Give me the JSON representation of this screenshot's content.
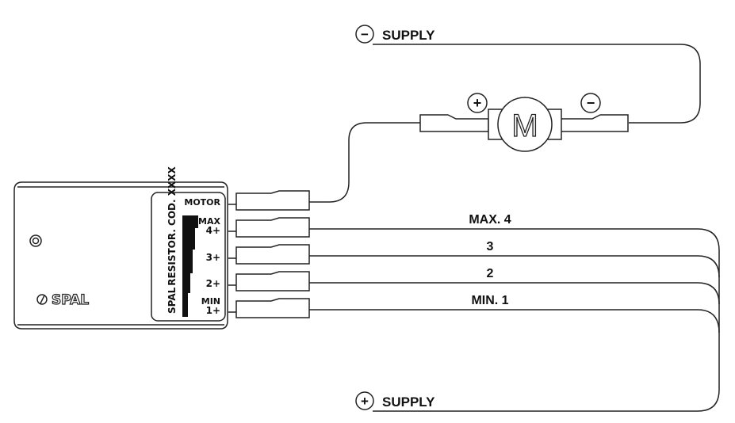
{
  "title": "SPAL resistor wiring diagram",
  "supply_negative": {
    "symbol": "−",
    "label": "SUPPLY"
  },
  "supply_positive": {
    "symbol": "+",
    "label": "SUPPLY"
  },
  "motor": {
    "letter": "M",
    "plus": "+",
    "minus": "−"
  },
  "module": {
    "brand": "SPAL",
    "panel_text": "RESISTOR. COD. XXXX",
    "panel_brand": "SPAL",
    "terminals": [
      {
        "label": "MOTOR"
      },
      {
        "label_top": "MAX",
        "label": "4+"
      },
      {
        "label": "3+"
      },
      {
        "label": "2+"
      },
      {
        "label_top": "MIN",
        "label": "1+"
      }
    ]
  },
  "wire_labels": [
    "MAX. 4",
    "3",
    "2",
    "MIN. 1"
  ],
  "colors": {
    "line": "#222222",
    "background": "#ffffff"
  }
}
